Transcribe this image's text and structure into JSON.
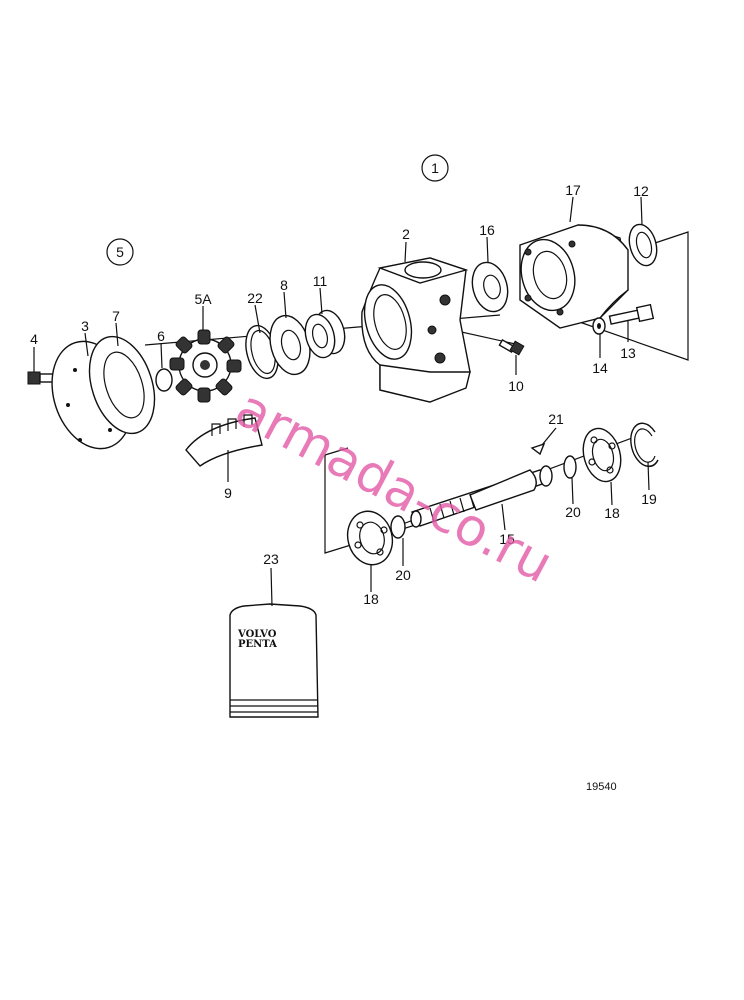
{
  "callouts": {
    "c1": "1",
    "c2": "2",
    "c3": "3",
    "c4": "4",
    "c5": "5",
    "c5a": "5A",
    "c6": "6",
    "c7": "7",
    "c8": "8",
    "c9": "9",
    "c10": "10",
    "c11": "11",
    "c12": "12",
    "c13": "13",
    "c14": "14",
    "c15": "15",
    "c16": "16",
    "c17": "17",
    "c18a": "18",
    "c18b": "18",
    "c19": "19",
    "c20a": "20",
    "c20b": "20",
    "c21": "21",
    "c22": "22",
    "c23": "23"
  },
  "book_logo": {
    "line1": "VOLVO",
    "line2": "PENTA"
  },
  "reference_number": "19540",
  "watermark": "armada-co.ru",
  "colors": {
    "line": "#111111",
    "watermark": "#e35aa7",
    "background": "#ffffff"
  }
}
